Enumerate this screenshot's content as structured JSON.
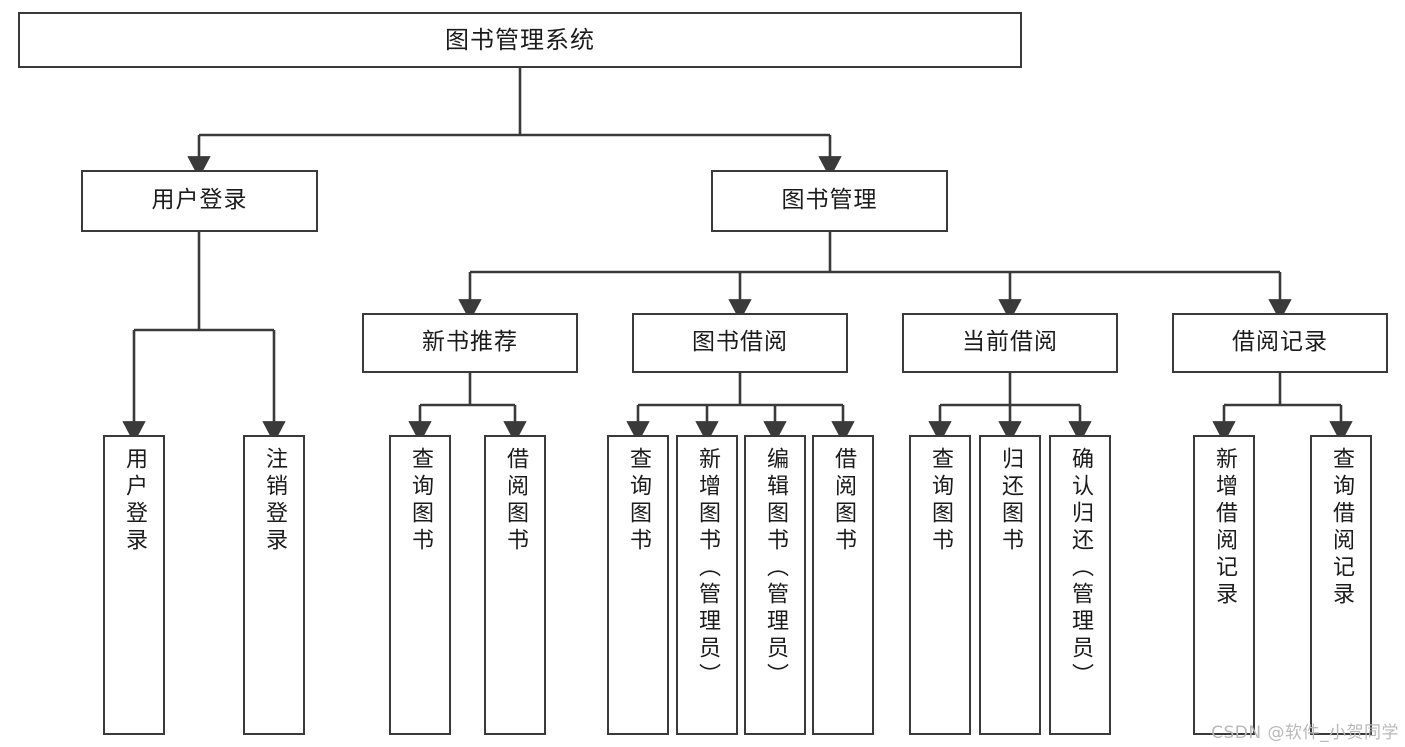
{
  "diagram": {
    "title": "图书管理系统",
    "type": "tree",
    "theme": {
      "background": "#ffffff",
      "box_border": "#3a3a3a",
      "box_fill": "#ffffff",
      "text": "#1b1b1b",
      "edge": "#3a3a3a",
      "watermark": "#b9b9b9"
    },
    "watermark": "CSDN @软件_小贺同学",
    "nodes": {
      "root": {
        "label": "图书管理系统"
      },
      "level2": [
        {
          "id": "user-login",
          "label": "用户登录"
        },
        {
          "id": "book-manage",
          "label": "图书管理"
        }
      ],
      "level3": [
        {
          "id": "new-book-rec",
          "label": "新书推荐"
        },
        {
          "id": "book-borrow",
          "label": "图书借阅"
        },
        {
          "id": "current-borrow",
          "label": "当前借阅"
        },
        {
          "id": "borrow-record",
          "label": "借阅记录"
        }
      ],
      "leaves": [
        {
          "id": "leaf-user-login",
          "label": "用户登录",
          "parent": "user-login"
        },
        {
          "id": "leaf-logout",
          "label": "注销登录",
          "parent": "user-login"
        },
        {
          "id": "leaf-query-book-1",
          "label": "查询图书",
          "parent": "new-book-rec"
        },
        {
          "id": "leaf-borrow-book-1",
          "label": "借阅图书",
          "parent": "new-book-rec"
        },
        {
          "id": "leaf-query-book-2",
          "label": "查询图书",
          "parent": "book-borrow"
        },
        {
          "id": "leaf-add-book",
          "label": "新增图书（管理员）",
          "parent": "book-borrow"
        },
        {
          "id": "leaf-edit-book",
          "label": "编辑图书（管理员）",
          "parent": "book-borrow"
        },
        {
          "id": "leaf-borrow-book-2",
          "label": "借阅图书",
          "parent": "book-borrow"
        },
        {
          "id": "leaf-query-book-3",
          "label": "查询图书",
          "parent": "current-borrow"
        },
        {
          "id": "leaf-return-book",
          "label": "归还图书",
          "parent": "current-borrow"
        },
        {
          "id": "leaf-confirm-return",
          "label": "确认归还（管理员）",
          "parent": "current-borrow"
        },
        {
          "id": "leaf-add-record",
          "label": "新增借阅记录",
          "parent": "borrow-record"
        },
        {
          "id": "leaf-query-record",
          "label": "查询借阅记录",
          "parent": "borrow-record"
        }
      ]
    }
  }
}
